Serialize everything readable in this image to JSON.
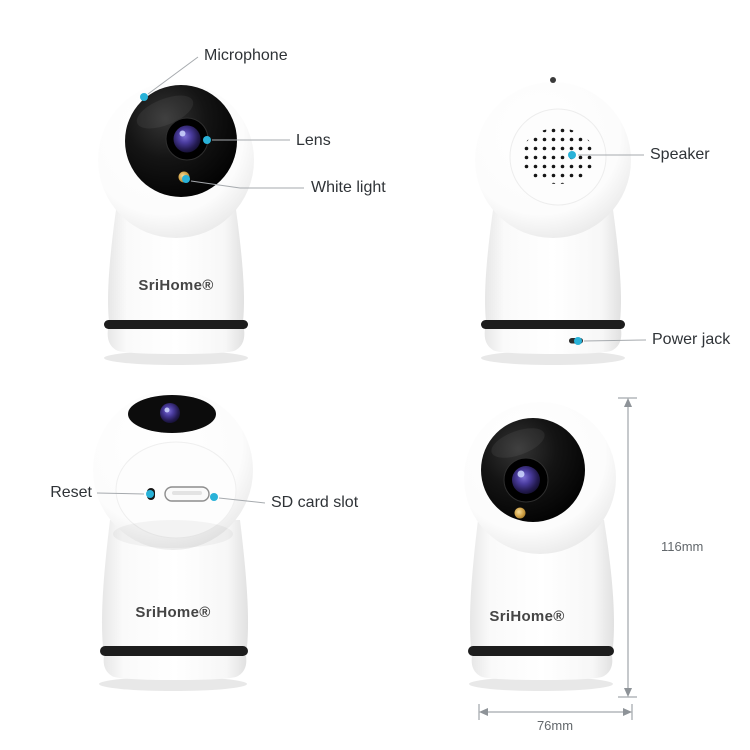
{
  "product": {
    "brand": "SriHome®"
  },
  "callouts": {
    "microphone": "Microphone",
    "lens": "Lens",
    "white_light": "White light",
    "speaker": "Speaker",
    "power_jack": "Power jack",
    "reset": "Reset",
    "sd_card_slot": "SD card slot"
  },
  "dimensions": {
    "height": "116mm",
    "width": "76mm"
  },
  "colors": {
    "callout_dot": "#29b2d8",
    "callout_line": "#a6aaae",
    "dimension_line": "#8e9398",
    "label_text": "#2f3337",
    "logo_text": "#454545",
    "camera_ring": "#1d1d1d"
  }
}
